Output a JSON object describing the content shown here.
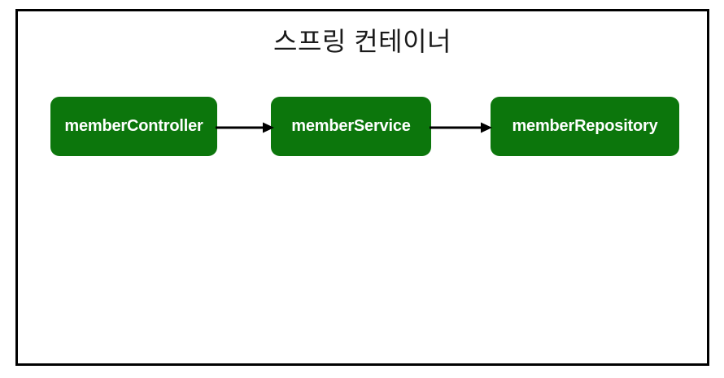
{
  "diagram": {
    "title": "스프링 컨테이너",
    "background_color": "#ffffff",
    "border_color": "#000000",
    "node_color": "#0c760c",
    "node_text_color": "#ffffff",
    "arrow_color": "#000000",
    "nodes": [
      {
        "id": "memberController",
        "label": "memberController"
      },
      {
        "id": "memberService",
        "label": "memberService"
      },
      {
        "id": "memberRepository",
        "label": "memberRepository"
      }
    ],
    "edges": [
      {
        "from": "memberController",
        "to": "memberService",
        "style": "solid-arrow"
      },
      {
        "from": "memberService",
        "to": "memberRepository",
        "style": "solid-arrow"
      }
    ]
  }
}
